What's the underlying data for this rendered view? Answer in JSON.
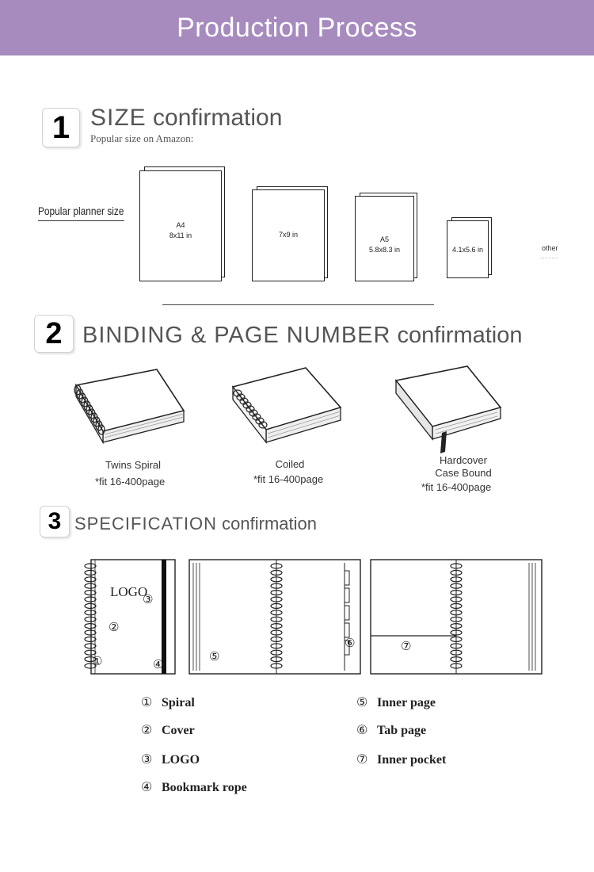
{
  "banner": {
    "title": "Production Process",
    "color": "#a78bbf"
  },
  "step1": {
    "number": "1",
    "title_big": "SIZE",
    "title_rest": " confirmation",
    "subtitle": "Popular size on Amazon:",
    "planner_label": "Popular planner size",
    "sizes": [
      {
        "name": "A4",
        "dims": "8x11 in"
      },
      {
        "name": "",
        "dims": "7x9 in"
      },
      {
        "name": "A5",
        "dims": "5.8x8.3 in"
      },
      {
        "name": "",
        "dims": "4.1x5.6 in"
      }
    ],
    "other": "other",
    "other_dots": "......."
  },
  "step2": {
    "number": "2",
    "title_big": "BINDING & PAGE NUMBER",
    "title_rest": " confirmation",
    "bindings": [
      {
        "label": "Twins Spiral",
        "label2": "",
        "note": "*fit 16-400page"
      },
      {
        "label": "Coiled",
        "label2": "",
        "note": "*fit 16-400page"
      },
      {
        "label": "Hardcover",
        "label2": "Case Bound",
        "note": "*fit 16-400page"
      }
    ]
  },
  "step3": {
    "number": "3",
    "title_big": "SPECIFICATION",
    "title_rest": " confirmation",
    "diagram": {
      "logo_text": "LOGO",
      "markers": [
        "①",
        "②",
        "③",
        "④",
        "⑤",
        "⑥",
        "⑦"
      ]
    },
    "legend": [
      {
        "num": "①",
        "label": "Spiral"
      },
      {
        "num": "②",
        "label": "Cover"
      },
      {
        "num": "③",
        "label": "LOGO"
      },
      {
        "num": "④",
        "label": "Bookmark rope"
      },
      {
        "num": "⑤",
        "label": "Inner page"
      },
      {
        "num": "⑥",
        "label": "Tab page"
      },
      {
        "num": "⑦",
        "label": "Inner pocket"
      }
    ]
  }
}
